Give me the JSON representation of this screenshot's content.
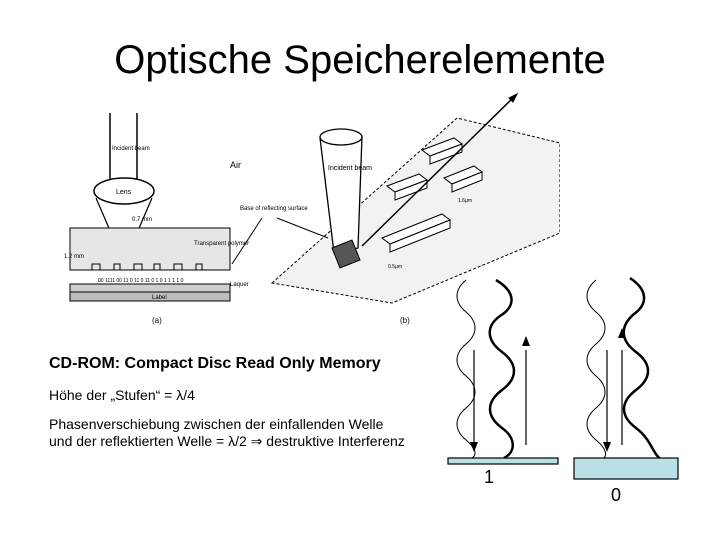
{
  "slide": {
    "title": "Optische Speicherelemente",
    "line1": "CD-ROM: Compact Disc Read Only Memory",
    "line2": "Höhe der „Stufen“ = λ/4",
    "line3": "Phasenverschiebung zwischen der einfallenden Welle und der reflektierten Welle = λ/2 ⇒ destruktive Interferenz"
  },
  "figure": {
    "incident_beam": "Incident beam",
    "air": "Air",
    "lens": "Lens",
    "lens_dim": "0.7 mm",
    "base": "Base of reflecting surface",
    "transparent": "Transparent polymer",
    "thickness": "1.2 mm",
    "lacquer": "Laquer",
    "label": "Label",
    "bits": "00 1111 00 11 0 11 0 11 0 1 0 1 1 1 1 0",
    "part_a": "(a)",
    "part_b": "(b)",
    "incident_beam_b": "Incident beam",
    "dim_a": "1.6µm",
    "dim_b": "0.5µm"
  },
  "waves": {
    "label_1": "1",
    "label_0": "0"
  },
  "colors": {
    "substrate_fill": "#b9dfe7",
    "stroke": "#000000"
  }
}
